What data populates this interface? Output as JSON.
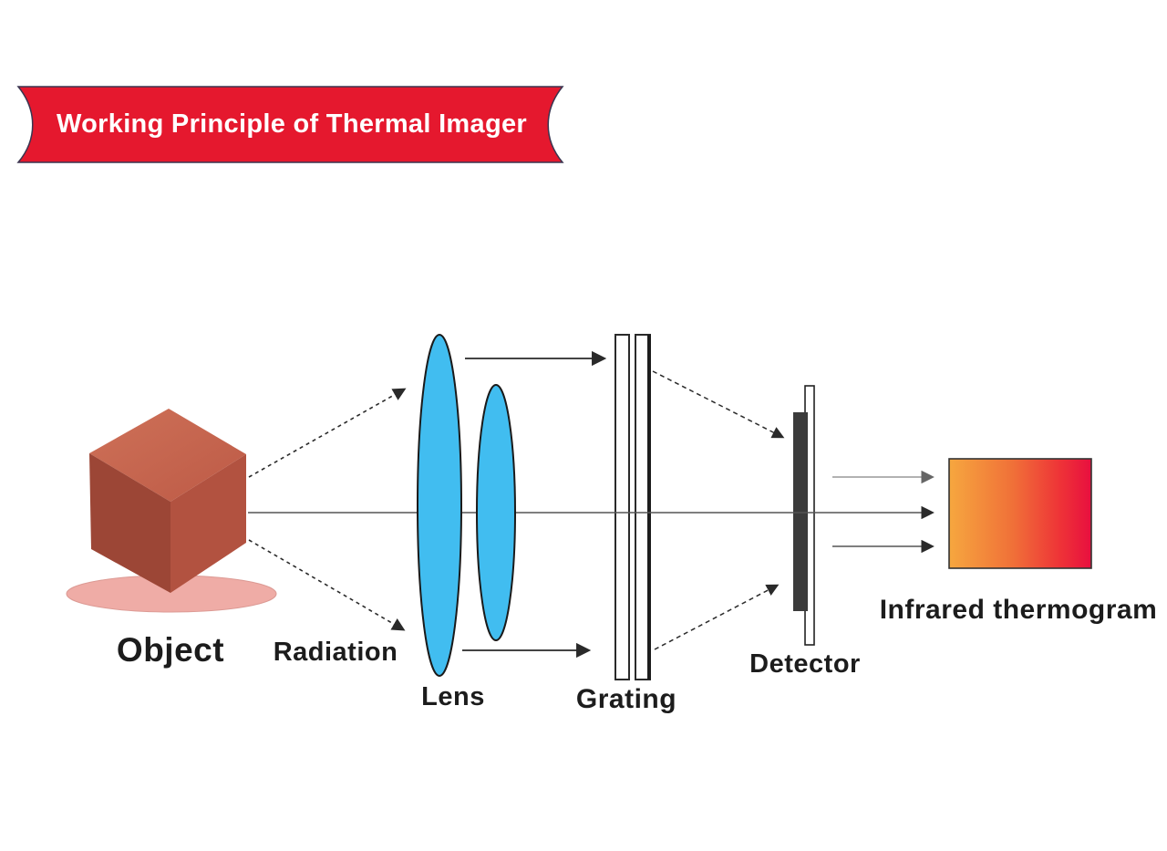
{
  "banner": {
    "title": "Working Principle of Thermal Imager"
  },
  "labels": {
    "object": "Object",
    "radiation": "Radiation",
    "lens": "Lens",
    "grating": "Grating",
    "detector": "Detector",
    "thermogram": "Infrared thermogram"
  },
  "colors": {
    "banner_red": "#e5182e",
    "banner_outline": "#3a3550",
    "cube_top": "#c6634f",
    "cube_left": "#9c4636",
    "cube_right": "#b25240",
    "disc_pink": "#efaca6",
    "lens_blue": "#41bdf0",
    "lens_stroke": "#1a1a1a",
    "grating_stroke": "#2a2a2a",
    "detector_dark": "#3b3b3b",
    "thermo_1": "#f6a73f",
    "thermo_2": "#f07038",
    "thermo_3": "#ee3337",
    "thermo_4": "#e80f3f",
    "arrow_dark": "#2a2a2a",
    "arrow_gray": "#999999",
    "axis_gray": "#555555"
  }
}
